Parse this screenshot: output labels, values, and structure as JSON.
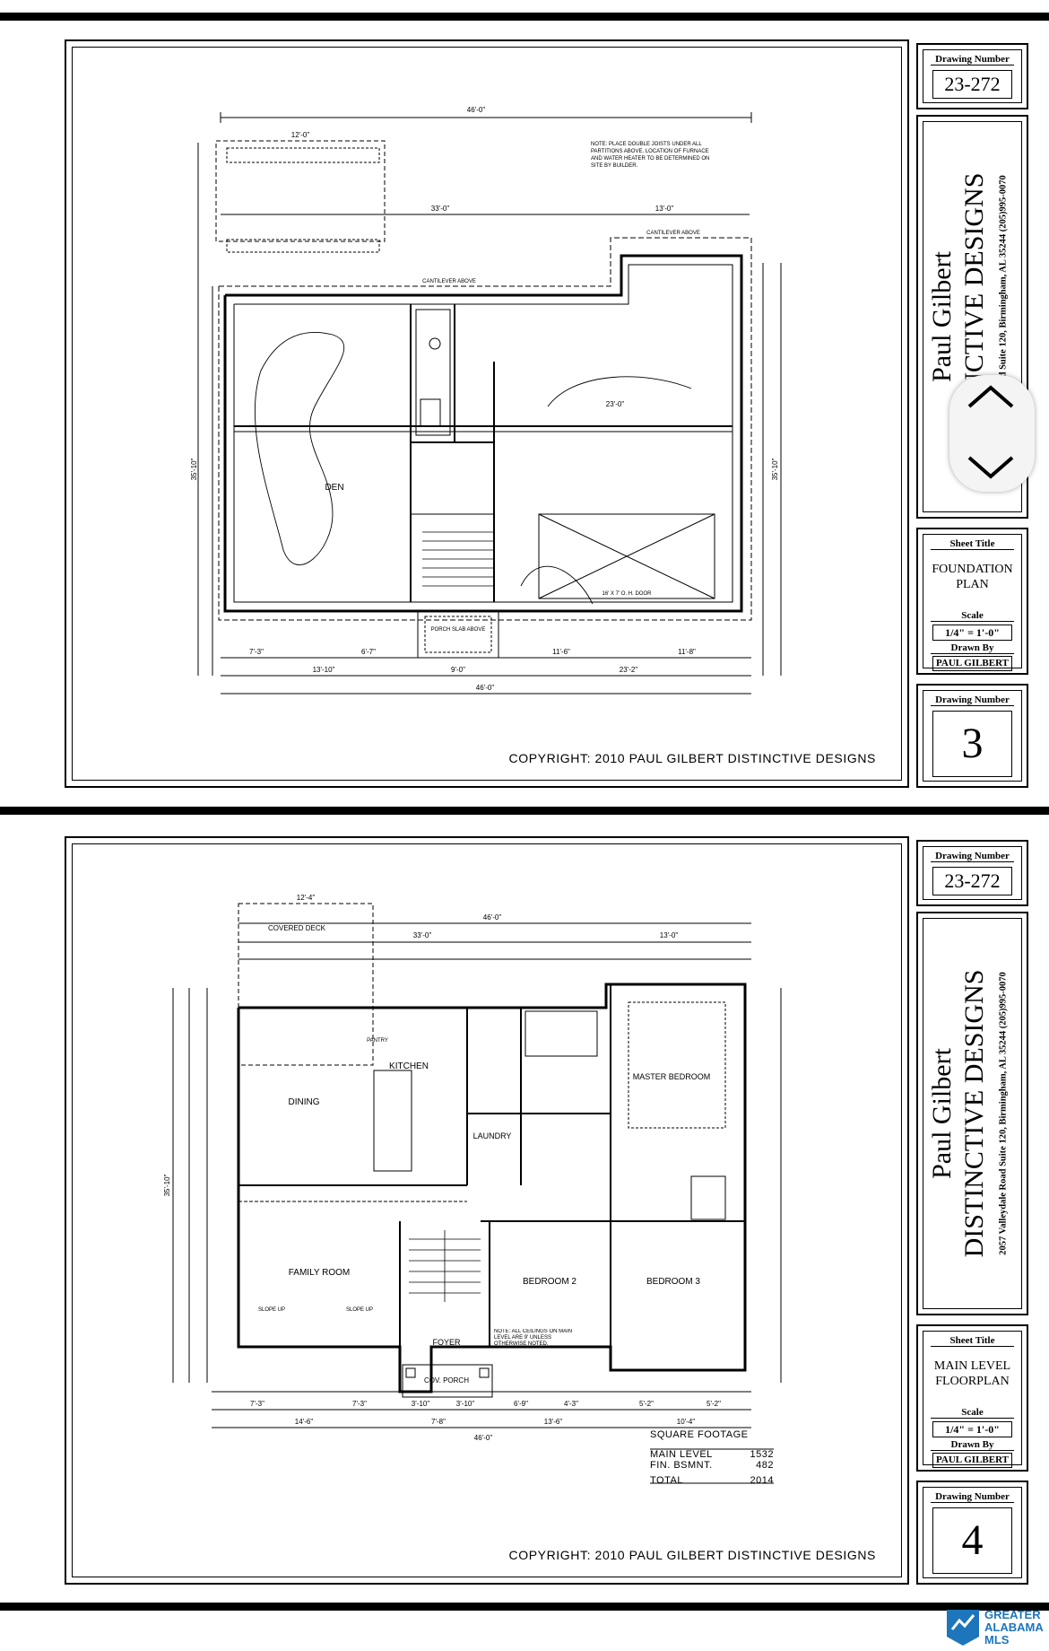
{
  "pages": [
    {
      "drawing_number_label": "Drawing Number",
      "drawing_number": "23-272",
      "company_person": "Paul Gilbert",
      "company_name": "DISTINCTIVE DESIGNS",
      "company_address": "2057 Valleydale Road Suite 120, Birmingham, AL 35244 (205)995-0070",
      "sheet_title_label": "Sheet Title",
      "sheet_title_line1": "FOUNDATION",
      "sheet_title_line2": "PLAN",
      "scale_label": "Scale",
      "scale": "1/4\" = 1'-0\"",
      "drawn_by_label": "Drawn By",
      "drawn_by": "PAUL GILBERT",
      "sheet_number_label": "Drawing Number",
      "sheet_number": "3",
      "copyright": "COPYRIGHT: 2010 PAUL GILBERT DISTINCTIVE DESIGNS",
      "plan": {
        "overall_top": "46'-0\"",
        "deck_width": "12'-0\"",
        "seg_33": "33'-0\"",
        "seg_13": "13'-0\"",
        "cantilever": "CANTILEVER ABOVE",
        "den": "DEN",
        "door_label": "16' X 7' O. H. DOOR",
        "porch": "PORCH SLAB ABOVE",
        "depth": "35'-10\"",
        "dim_23": "23'-0\"",
        "b1": "7'-3\"",
        "b2": "6'-7\"",
        "b3": "11'-6\"",
        "b4": "11'-8\"",
        "c1": "13'-10\"",
        "c2": "9'-0\"",
        "c3": "23'-2\"",
        "overall_bottom": "46'-0\"",
        "note": "NOTE: PLACE DOUBLE JOISTS UNDER ALL PARTITIONS ABOVE. LOCATION OF FURNACE AND WATER HEATER TO BE DETERMINED ON SITE BY BUILDER."
      }
    },
    {
      "drawing_number_label": "Drawing Number",
      "drawing_number": "23-272",
      "company_person": "Paul Gilbert",
      "company_name": "DISTINCTIVE DESIGNS",
      "company_address": "2057 Valleydale Road Suite 120, Birmingham, AL 35244 (205)995-0070",
      "sheet_title_label": "Sheet Title",
      "sheet_title_line1": "MAIN LEVEL",
      "sheet_title_line2": "FLOORPLAN",
      "scale_label": "Scale",
      "scale": "1/4\" = 1'-0\"",
      "drawn_by_label": "Drawn By",
      "drawn_by": "PAUL GILBERT",
      "sheet_number_label": "Drawing Number",
      "sheet_number": "4",
      "copyright": "COPYRIGHT: 2010 PAUL GILBERT DISTINCTIVE DESIGNS",
      "plan": {
        "covered_deck": "COVERED DECK",
        "overall_top": "46'-0\"",
        "deck_width": "12'-4\"",
        "seg_33": "33'-0\"",
        "seg_13": "13'-0\"",
        "dining": "DINING",
        "kitchen": "KITCHEN",
        "pantry": "PANTRY",
        "laundry": "LAUNDRY",
        "master": "MASTER BEDROOM",
        "family": "FAMILY ROOM",
        "bedroom2": "BEDROOM 2",
        "bedroom3": "BEDROOM 3",
        "foyer": "FOYER",
        "cov_porch": "COV. PORCH",
        "slope_up": "SLOPE UP",
        "depth": "35'-10\"",
        "b1": "7'-3\"",
        "b2": "7'-3\"",
        "b3": "3'-10\"",
        "b4": "3'-10\"",
        "b5": "6'-9\"",
        "b6": "4'-3\"",
        "b7": "5'-2\"",
        "b8": "5'-2\"",
        "c1": "14'-6\"",
        "c2": "7'-8\"",
        "c3": "13'-6\"",
        "c4": "10'-4\"",
        "overall_bottom": "46'-0\"",
        "ceiling_note": "NOTE: ALL CEILINGS ON MAIN LEVEL ARE 9' UNLESS OTHERWISE NOTED."
      },
      "square_footage": {
        "title": "SQUARE FOOTAGE",
        "rows": [
          {
            "label": "MAIN LEVEL",
            "value": "1532"
          },
          {
            "label": "FIN. BSMNT.",
            "value": "482"
          }
        ],
        "total_label": "TOTAL",
        "total_value": "2014"
      }
    }
  ],
  "logo": {
    "line1": "GREATER",
    "line2": "ALABAMA",
    "line3": "MLS"
  }
}
